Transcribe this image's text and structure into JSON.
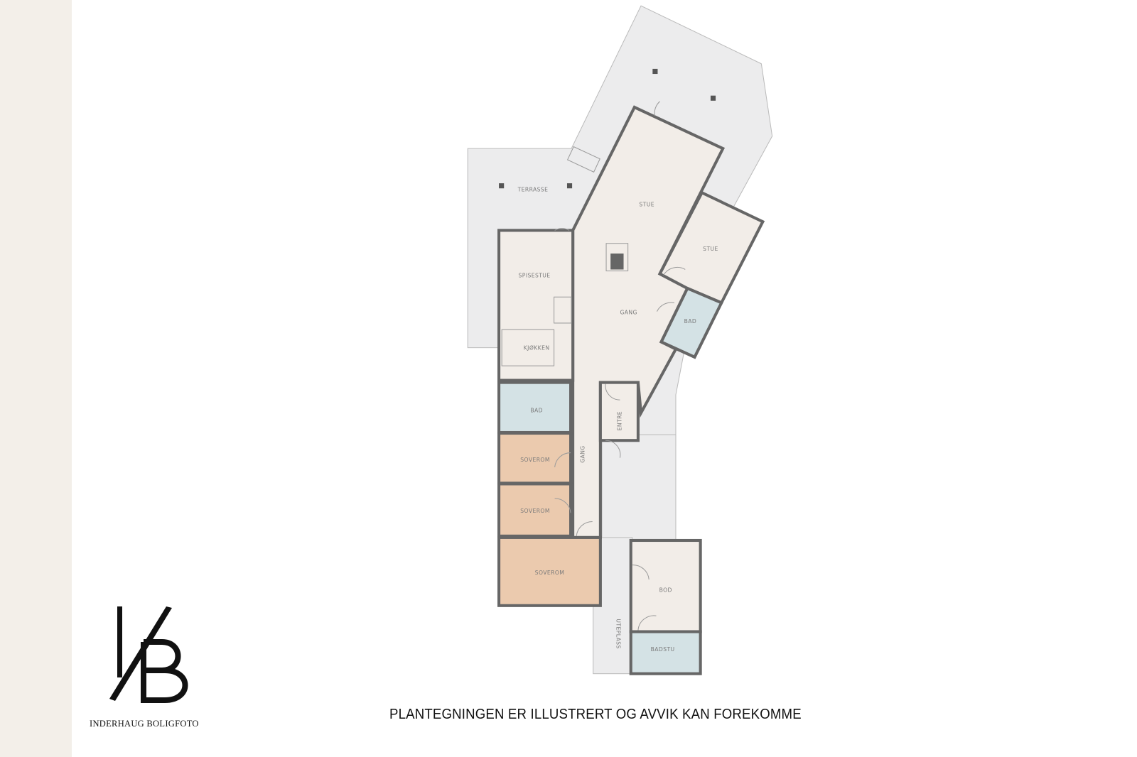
{
  "rooms": {
    "terrasse": "TERRASSE",
    "stue_main": "STUE",
    "stue_side": "STUE",
    "spisestue": "SPISESTUE",
    "kjokken": "KJØKKEN",
    "gang_main": "GANG",
    "bad_right": "BAD",
    "bad_left": "BAD",
    "entre": "ENTRE",
    "gang_corridor": "GANG",
    "soverom_1": "SOVEROM",
    "soverom_2": "SOVEROM",
    "soverom_3": "SOVEROM",
    "bod": "BOD",
    "uteplass": "UTEPLASS",
    "badstu": "BADSTU"
  },
  "colors": {
    "living": "#f2ede8",
    "wet_room": "#d4e2e5",
    "bedroom": "#ebcaae",
    "outdoor": "#ececed",
    "wall": "#666666",
    "side_strip": "#f3efe9"
  },
  "disclaimer": "PLANTEGNINGEN ER ILLUSTRERT OG AVVIK KAN FOREKOMME",
  "logo": {
    "mark": "I/B",
    "name": "INDERHAUG BOLIGFOTO"
  }
}
